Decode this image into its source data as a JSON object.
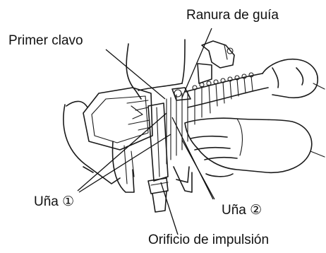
{
  "labels": {
    "guide_slot": "Ranura de guía",
    "first_nail": "Primer clavo",
    "pawl_1": "Uña ①",
    "pawl_2": "Uña ②",
    "drive_hole": "Orificio de impulsión"
  }
}
